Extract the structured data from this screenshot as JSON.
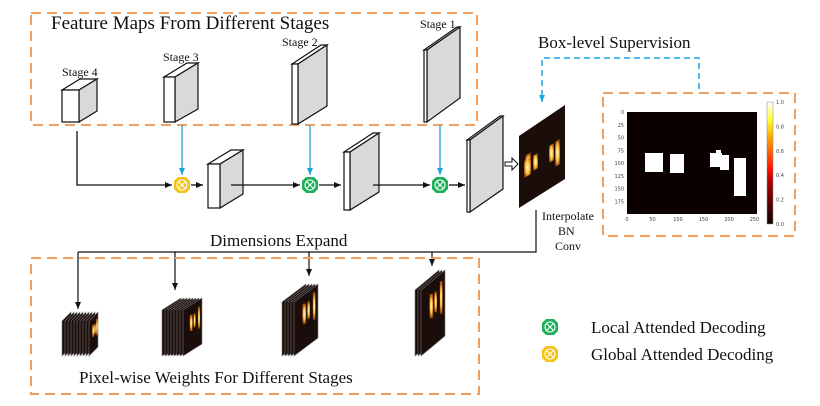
{
  "title": "Feature Maps From Different Stages",
  "stages": [
    "Stage 4",
    "Stage 3",
    "Stage 2",
    "Stage 1"
  ],
  "supervision": {
    "label": "Box-level Supervision",
    "heatmap": {
      "y_ticks": [
        "0",
        "25",
        "50",
        "75",
        "100",
        "125",
        "150",
        "175"
      ],
      "x_ticks": [
        "0",
        "50",
        "100",
        "150",
        "200",
        "250"
      ],
      "colorbar_ticks": [
        "1.0",
        "0.8",
        "0.6",
        "0.4",
        "0.2",
        "0.0"
      ],
      "colormap": "hot",
      "background_color": "#0a0000",
      "box_color": "#ffffff"
    }
  },
  "ops": [
    "Interpolate",
    "BN",
    "Conv"
  ],
  "dimensions_label": "Dimensions Expand",
  "weights_label": "Pixel-wise Weights For Different Stages",
  "legend": [
    {
      "label": "Local Attended Decoding",
      "color": "#1fae5a",
      "icon": "local-attended-decoding-icon"
    },
    {
      "label": "Global Attended Decoding",
      "color": "#f5c21b",
      "icon": "global-attended-decoding-icon"
    }
  ],
  "colors": {
    "dashed_box": "#f0a060",
    "supervision_arrow": "#1aa6e0",
    "skip_arrow": "#1aa6e0",
    "map_face": "#d9d9d9",
    "heat_dark": "#1a0d0a"
  }
}
